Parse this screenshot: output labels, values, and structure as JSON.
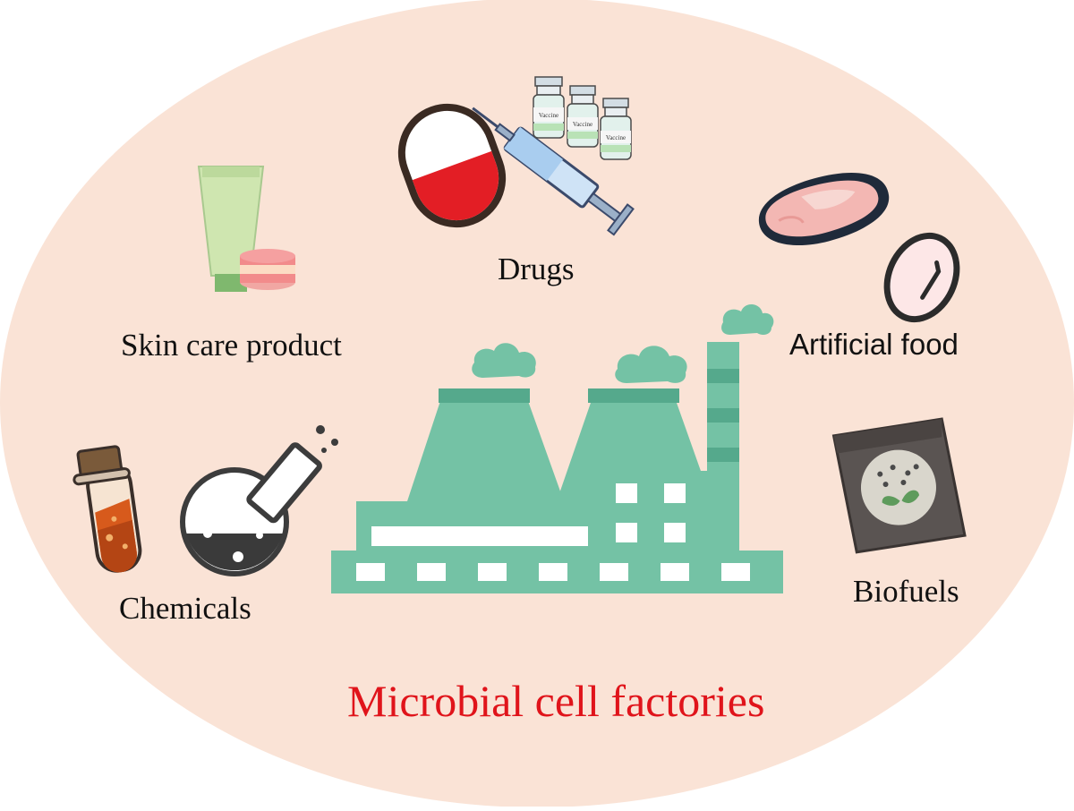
{
  "labels": {
    "skin_care": "Skin care product",
    "drugs": "Drugs",
    "artificial_food": "Artificial food",
    "chemicals": "Chemicals",
    "biofuels": "Biofuels"
  },
  "vial_label": "Vaccine",
  "title": "Microbial cell factories",
  "colors": {
    "background_oval": "#fae3d6",
    "factory": "#74c2a5",
    "factory_dark": "#55a98c",
    "title": "#e0141b",
    "outline": "#2f3236"
  },
  "icons": [
    "skin-care-tube-icon",
    "pill-capsule-icon",
    "syringe-icon",
    "vaccine-vial-icon",
    "meat-steak-icon",
    "artificial-egg-icon",
    "test-tube-icon",
    "flask-icon",
    "factory-icon",
    "biofuel-bag-icon"
  ]
}
